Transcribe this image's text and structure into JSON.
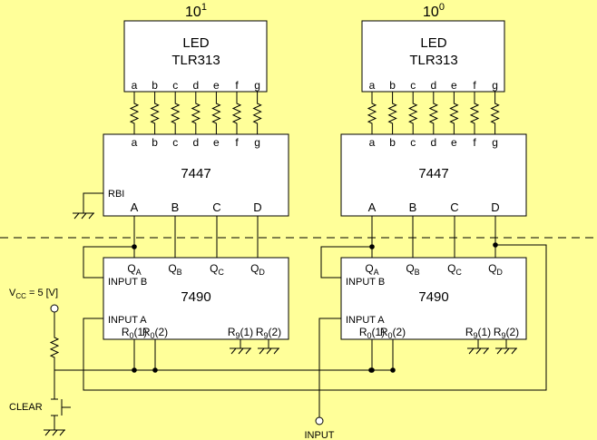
{
  "digits": [
    {
      "place_base": "10",
      "place_exp": "1",
      "led": {
        "line1": "LED",
        "line2": "TLR313"
      },
      "decoder": {
        "part": "7447",
        "rbi": "RBI"
      },
      "counter": {
        "part": "7490",
        "input_b": "INPUT B",
        "input_a": "INPUT A"
      }
    },
    {
      "place_base": "10",
      "place_exp": "0",
      "led": {
        "line1": "LED",
        "line2": "TLR313"
      },
      "decoder": {
        "part": "7447",
        "rbi": ""
      },
      "counter": {
        "part": "7490",
        "input_b": "INPUT B",
        "input_a": "INPUT A"
      }
    }
  ],
  "segments": [
    "a",
    "b",
    "c",
    "d",
    "e",
    "f",
    "g"
  ],
  "decoder_inputs": [
    "A",
    "B",
    "C",
    "D"
  ],
  "counter_outputs": [
    {
      "base": "Q",
      "sub": "A"
    },
    {
      "base": "Q",
      "sub": "B"
    },
    {
      "base": "Q",
      "sub": "C"
    },
    {
      "base": "Q",
      "sub": "D"
    }
  ],
  "counter_resets": [
    {
      "base": "R",
      "sub": "0",
      "tail": "(1)"
    },
    {
      "base": "R",
      "sub": "0",
      "tail": "(2)"
    },
    {
      "base": "R",
      "sub": "9",
      "tail": "(1)"
    },
    {
      "base": "R",
      "sub": "9",
      "tail": "(2)"
    }
  ],
  "vcc": {
    "base": "V",
    "sub": "CC",
    "tail": " = 5 [V]"
  },
  "clear_label": "CLEAR",
  "input_label": "INPUT"
}
